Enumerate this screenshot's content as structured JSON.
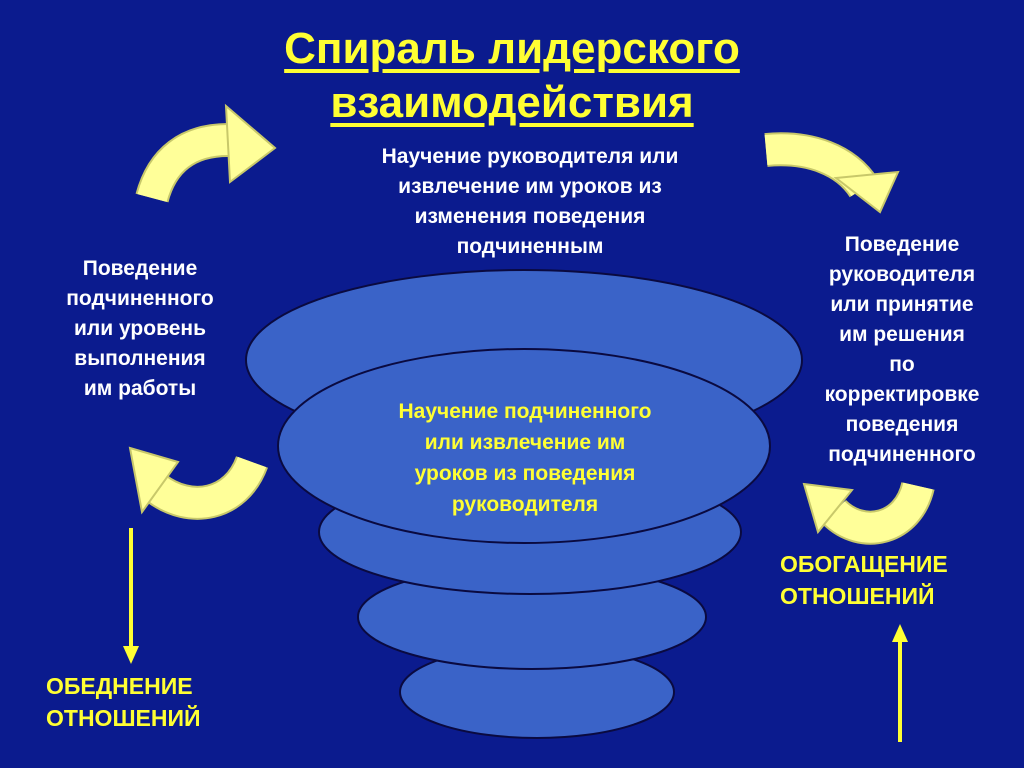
{
  "title": {
    "line1": "Спираль лидерского",
    "line2": "взаимодействия"
  },
  "top_block": {
    "lines": [
      "Научение руководителя или",
      "извлечение им уроков из",
      "изменения поведения",
      "подчиненным"
    ]
  },
  "left_block": {
    "lines": [
      "Поведение",
      "подчиненного",
      "или уровень",
      "выполнения",
      "им работы"
    ]
  },
  "right_block": {
    "lines": [
      "Поведение",
      "руководителя",
      "или принятие",
      "им решения",
      "по",
      "корректировке",
      "поведения",
      "подчиненного"
    ]
  },
  "center_block": {
    "lines": [
      "Научение подчиненного",
      "или извлечение им",
      "уроков из поведения",
      "руководителя"
    ]
  },
  "left_outcome": {
    "lines": [
      "ОБЕДНЕНИЕ",
      "ОТНОШЕНИЙ"
    ]
  },
  "right_outcome": {
    "lines": [
      "ОБОГАЩЕНИЕ",
      "ОТНОШЕНИЙ"
    ]
  },
  "colors": {
    "background": "#0b1b8e",
    "ellipse_fill": "#3a63c8",
    "ellipse_stroke": "#0a0a40",
    "arrow_fill": "#ffff99",
    "arrow_stroke": "#c8c86a",
    "accent_yellow": "#ffff33",
    "text_white": "#ffffff"
  }
}
